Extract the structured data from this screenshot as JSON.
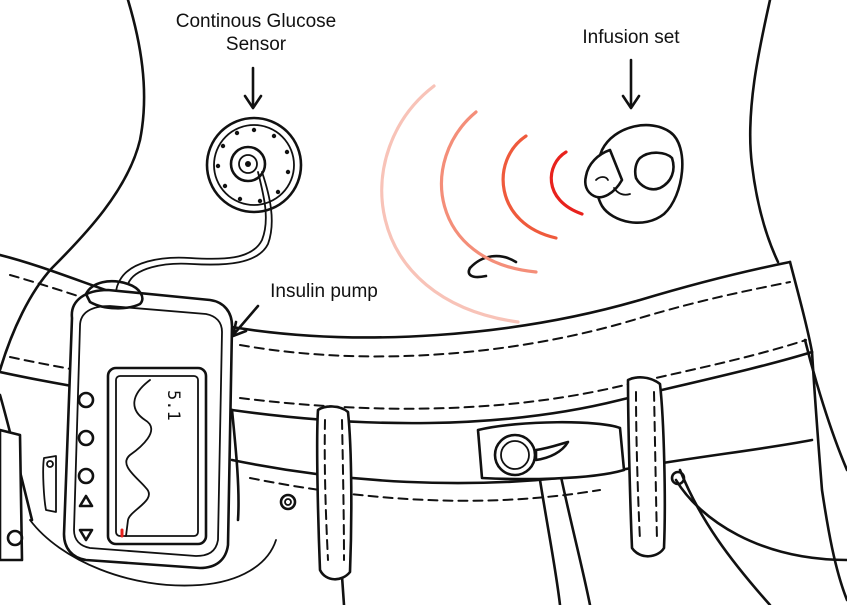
{
  "labels": {
    "cgm_line1": "Continous Glucose",
    "cgm_line2": "Sensor",
    "infusion_set": "Infusion set",
    "insulin_pump": "Insulin pump"
  },
  "pump_screen": {
    "reading": "5.1"
  },
  "colors": {
    "line": "#111111",
    "signal_strong": "#e8221d",
    "signal_mid": "#ef5a3c",
    "signal_soft": "#f48e79",
    "signal_faint": "#f8c3b8",
    "pump_accent": "#e8221d"
  }
}
